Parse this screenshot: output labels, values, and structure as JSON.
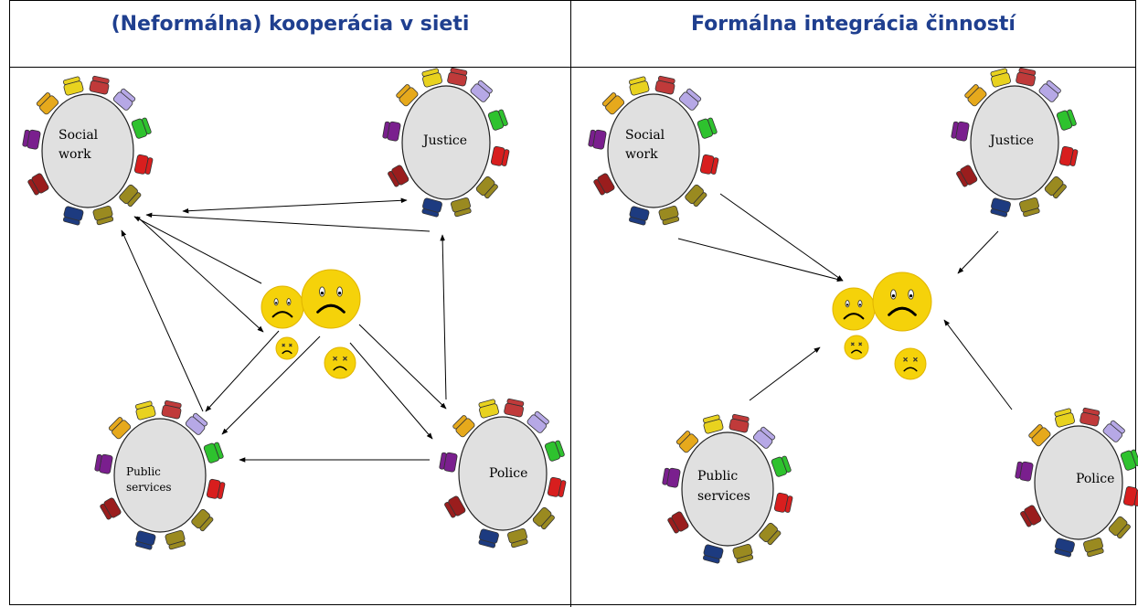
{
  "left_panel": {
    "title": "(Neformálna) kooperácia v sieti",
    "tables": {
      "social_work": [
        "Social",
        "work"
      ],
      "justice": [
        "Justice"
      ],
      "public_services": [
        "Public",
        "services"
      ],
      "police": [
        "Police"
      ]
    }
  },
  "right_panel": {
    "title": "Formálna integrácia činností",
    "tables": {
      "social_work": [
        "Social",
        "work"
      ],
      "justice": [
        "Justice"
      ],
      "public_services": [
        "Public",
        "services"
      ],
      "police": [
        "Police"
      ]
    }
  },
  "colors": {
    "title": "#1f3f8f",
    "table_fill": "#e0e0e0",
    "face": "#f5d20a",
    "chairs": [
      "#c03a3a",
      "#b6a8e6",
      "#2ec22e",
      "#d81e1e",
      "#9a8a20",
      "#1d3b80",
      "#9a1d1d",
      "#7a1f8e",
      "#e6a91c",
      "#e8d21f"
    ]
  }
}
